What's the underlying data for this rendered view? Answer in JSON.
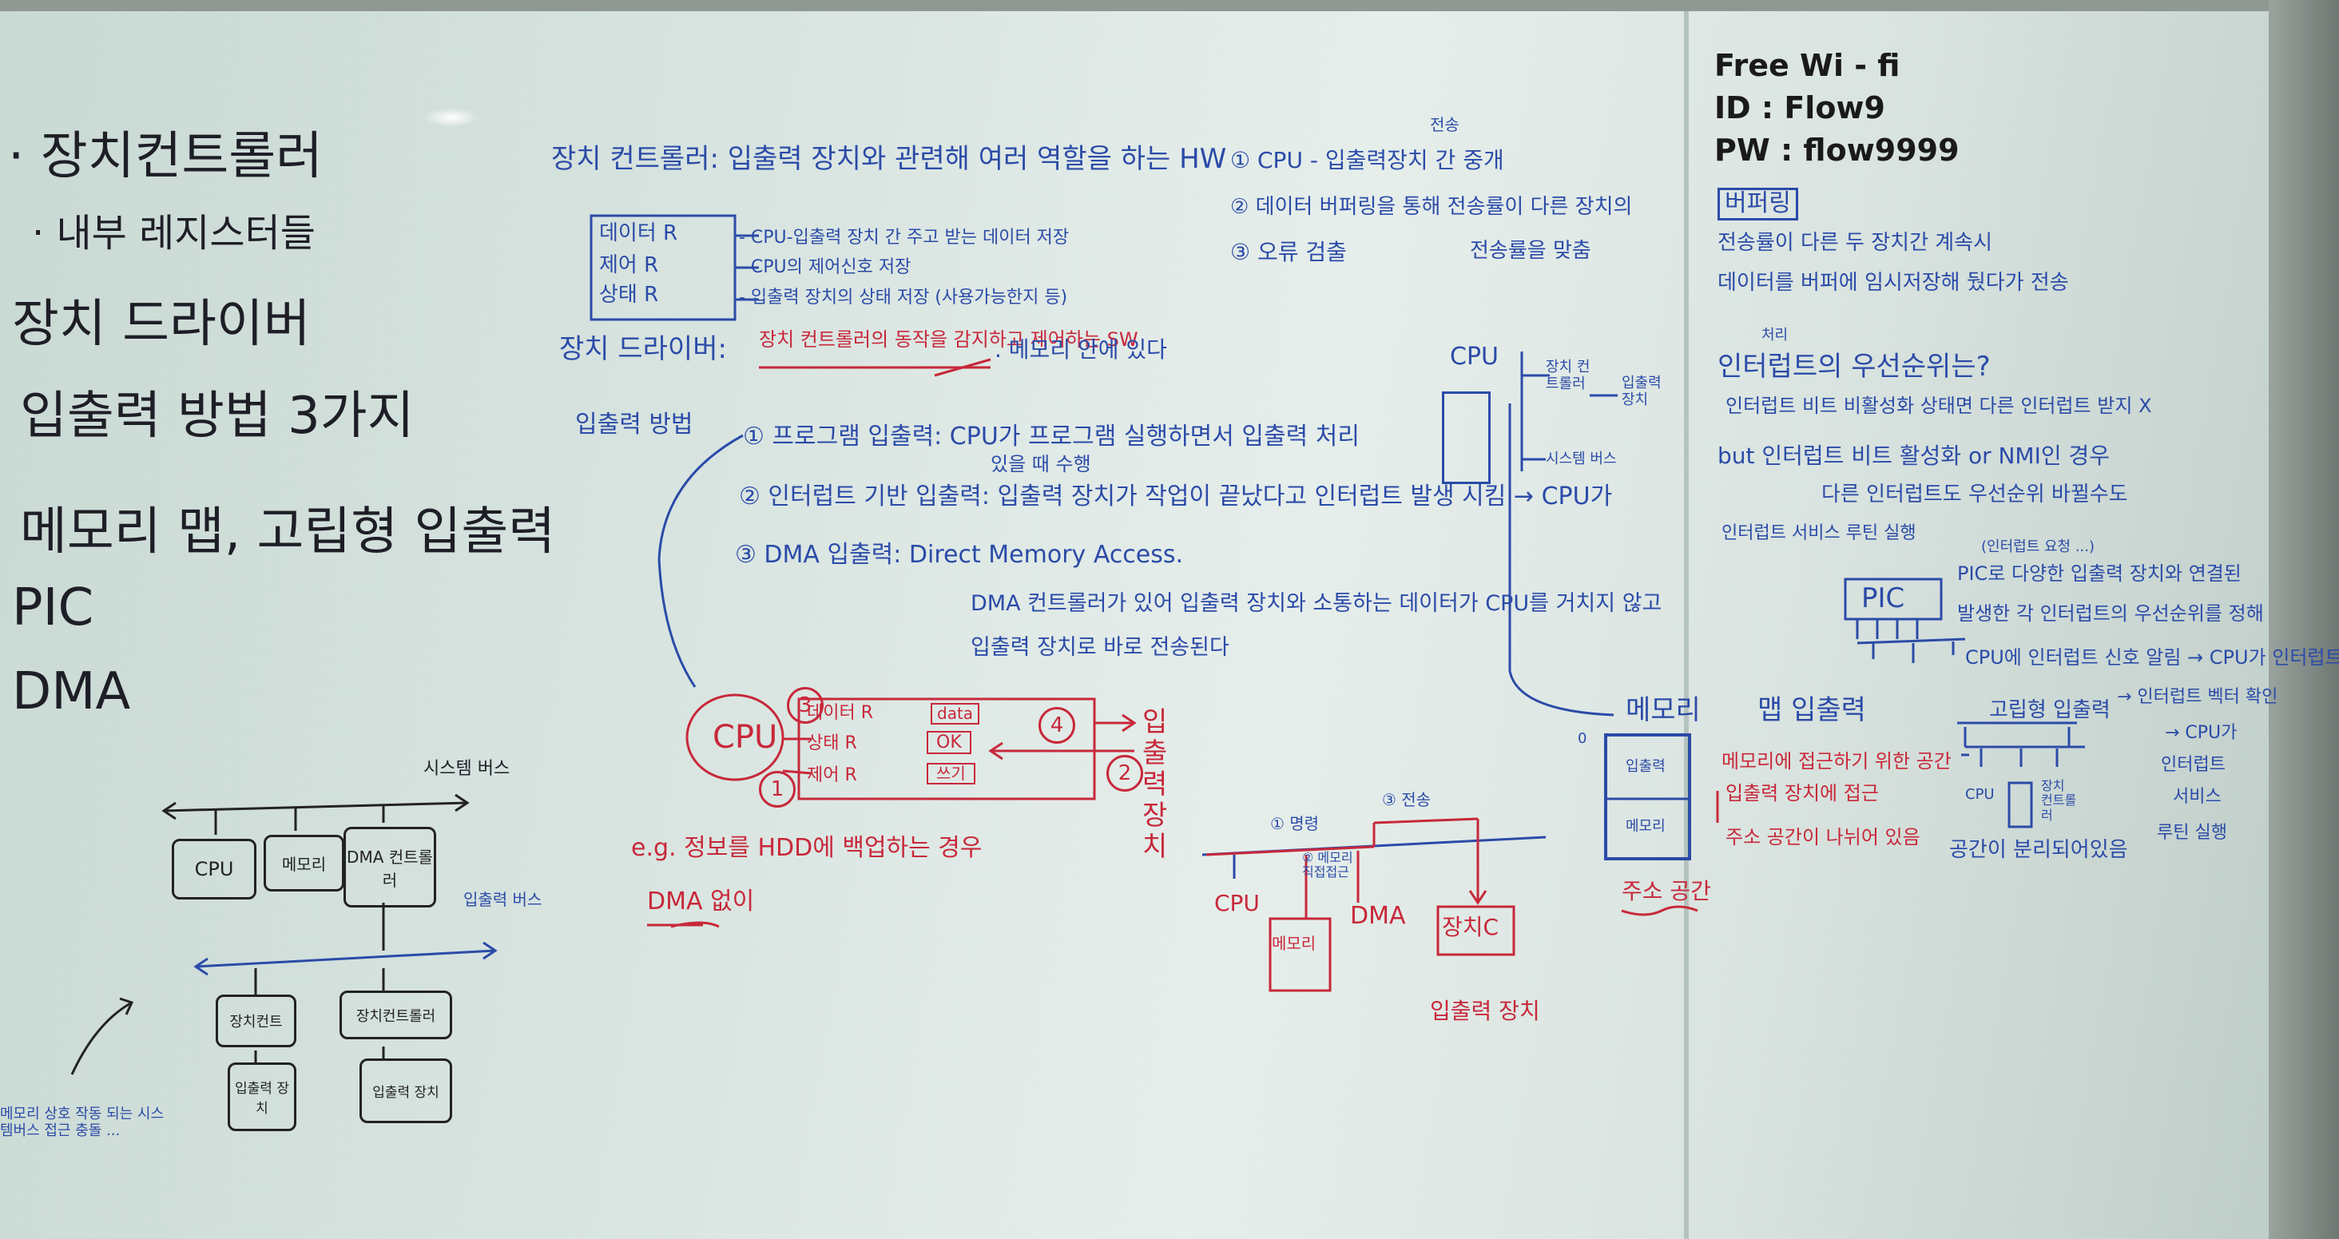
{
  "left_list": {
    "item1": "· 장치컨트롤러",
    "item1_sub": "· 내부 레지스터들",
    "item2": "장치 드라이버",
    "item3": "입출력 방법 3가지",
    "item4": "메모리 맵, 고립형 입출력",
    "item5": "PIC",
    "item6": "DMA"
  },
  "left_diagram": {
    "cpu": "CPU",
    "memory": "메모리",
    "dma": "DMA 컨트롤러",
    "system_bus": "시스템 버스",
    "io_bus": "입출력 버스",
    "dev_ctrl1": "장치컨트",
    "dev_ctrl2": "장치컨트롤러",
    "io_dev1": "입출력 장치",
    "io_dev2": "입출력 장치",
    "note": "메모리 상호 작동 되는 시스템버스 접근 충돌 ..."
  },
  "middle": {
    "heading": "장치 컨트롤러: 입출력 장치와 관련해 여러 역할을 하는 HW",
    "reg_data": "데이터 R",
    "reg_ctrl": "제어 R",
    "reg_status": "상태 R",
    "reg_data_desc": "- CPU-입출력 장치 간 주고 받는 데이터 저장",
    "reg_ctrl_desc": "- CPU의 제어신호 저장",
    "reg_status_desc": "- 입출력 장치의 상태 저장 (사용가능한지 등)",
    "driver_label": "장치 드라이버:",
    "driver_desc": "장치 컨트롤러의 동작을 감지하고 제어하는 SW",
    "driver_tail": ". 메모리 안에 있다",
    "io_methods_label": "입출력 방법",
    "method1": "① 프로그램 입출력: CPU가 프로그램 실행하면서 입출력 처리",
    "method2": "② 인터럽트 기반 입출력: 입출력 장치가 작업이 끝났다고 인터럽트 발생 시킴 → CPU가",
    "method2_tail": "있을 때 수행",
    "method3": "③ DMA 입출력: Direct Memory Access.",
    "dma_desc1": "DMA 컨트롤러가 있어 입출력 장치와 소통하는 데이터가 CPU를 거치지 않고",
    "dma_desc2": "입출력 장치로 바로 전송된다",
    "roles": [
      "① CPU - 입출력장치 간 중개",
      "② 데이터 버퍼링을 통해 전송률이 다른 장치의",
      "전송률을 맞춤",
      "③ 오류 검출"
    ],
    "roles_note": "전송"
  },
  "cpu_diagram": {
    "cpu": "CPU",
    "reg_data": "데이터 R",
    "reg_status": "상태 R",
    "reg_ctrl": "제어 R",
    "val_data": "data",
    "val_status": "OK",
    "val_ctrl": "쓰기",
    "target": "입출력 장치",
    "n1": "1",
    "n2": "2",
    "n3": "3",
    "n4": "4",
    "example": "e.g. 정보를 HDD에 백업하는 경우",
    "dma_label": "DMA 없이"
  },
  "small_diagram": {
    "cpu": "CPU",
    "dev_ctrl": "장치 컨트롤러",
    "io_dev": "입출력 장치",
    "sys_bus": "시스템 버스"
  },
  "dma_diagram": {
    "cpu": "CPU",
    "memory": "메모리",
    "dma": "DMA",
    "dev": "장치C",
    "io_dev": "입출력 장치",
    "step1": "① 명령",
    "step2": "② 메모리 직접접근",
    "step3": "③ 전송"
  },
  "memory_map": {
    "label": "메모리",
    "io": "입출력",
    "mem": "메모리",
    "addr_space": "주소 공간",
    "zero": "0"
  },
  "right": {
    "wifi_ssid": "Free Wi - fi",
    "wifi_id": "ID : Flow9",
    "wifi_pw": "PW : flow9999",
    "buffer_title": "버퍼링",
    "buffer_line1": "전송률이 다른 두 장치간 계속시",
    "buffer_line2": "데이터를 버퍼에 임시저장해 뒀다가 전송",
    "priority_title": "인터럽트의 우선순위는?",
    "priority_note": "처리",
    "p1": "인터럽트 비트 비활성화 상태면 다른 인터럽트 받지 X",
    "p2": "but 인터럽트 비트 활성화 or NMI인 경우",
    "p3": "다른 인터럽트도 우선순위 바뀔수도",
    "p4": "인터럽트 서비스 루틴 실행",
    "pic_label": "PIC",
    "pic_desc1": "PIC로 다양한 입출력 장치와 연결된",
    "pic_desc2": "발생한 각 인터럽트의 우선순위를 정해",
    "pic_desc3": "CPU에 인터럽트 신호 알림 → CPU가 인터럽트",
    "pic_note": "(인터럽트 요청 ...)",
    "mmio1": "메모리에 접근하기 위한 공간",
    "mmio2": "입출력 장치에 접근",
    "mmio3": "주소 공간이 나뉘어 있음",
    "mmio_title": "맵 입출력",
    "isolated_title": "고립형 입출력",
    "isolated_desc": "공간이 분리되어있음",
    "isolated_side1": "→ 인터럽트 벡터 확인",
    "isolated_side2": "→ CPU가",
    "isolated_side3": "인터럽트",
    "isolated_side4": "서비스",
    "isolated_side5": "루틴 실행",
    "cpu": "CPU",
    "dev": "장치 컨트롤러"
  }
}
